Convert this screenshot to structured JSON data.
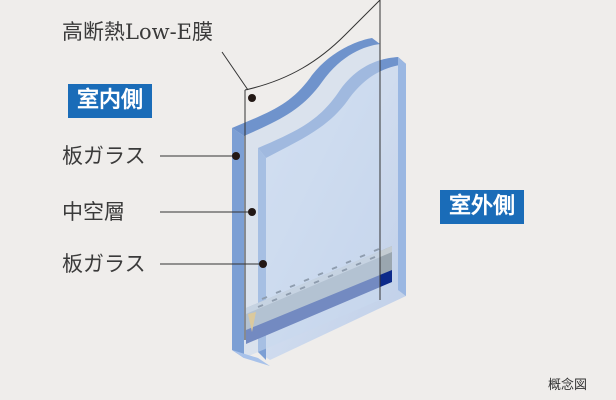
{
  "labels": {
    "low_e": "高断熱Low-E膜",
    "indoor": "室内側",
    "glass_top": "板ガラス",
    "air_layer": "中空層",
    "glass_bottom": "板ガラス",
    "outdoor": "室外側",
    "concept": "概念図"
  },
  "colors": {
    "accent": "#1a6cb8",
    "glass": "#8fb0de",
    "spacer": "#a9b3bb",
    "seal": "#0d2a8a"
  }
}
